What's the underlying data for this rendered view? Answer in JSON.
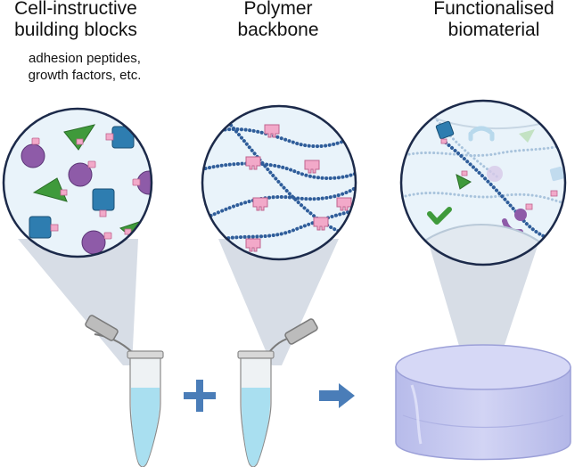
{
  "panels": [
    {
      "title_line1": "Cell-instructive",
      "title_line2": "building blocks",
      "subtitle_line1": "adhesion peptides,",
      "subtitle_line2": "growth factors, etc."
    },
    {
      "title_line1": "Polymer",
      "title_line2": "backbone"
    },
    {
      "title_line1": "Functionalised",
      "title_line2": "biomaterial"
    }
  ],
  "colors": {
    "circle_border": "#1c2a4a",
    "circle_fill": "#e9f3fa",
    "purple": "#8e5ba8",
    "green": "#3f9a3b",
    "blue": "#2e7db0",
    "pink": "#f2a9c9",
    "chain": "#2f5d9a",
    "cone": "#d7dde6",
    "tube_liquid": "#a9dff0",
    "operator": "#4a7db8",
    "gel": "#c6c9ef"
  },
  "icons": [
    "plus-icon",
    "arrow-right-icon",
    "tube-icon",
    "hydrogel-disc-icon",
    "check-icon"
  ]
}
